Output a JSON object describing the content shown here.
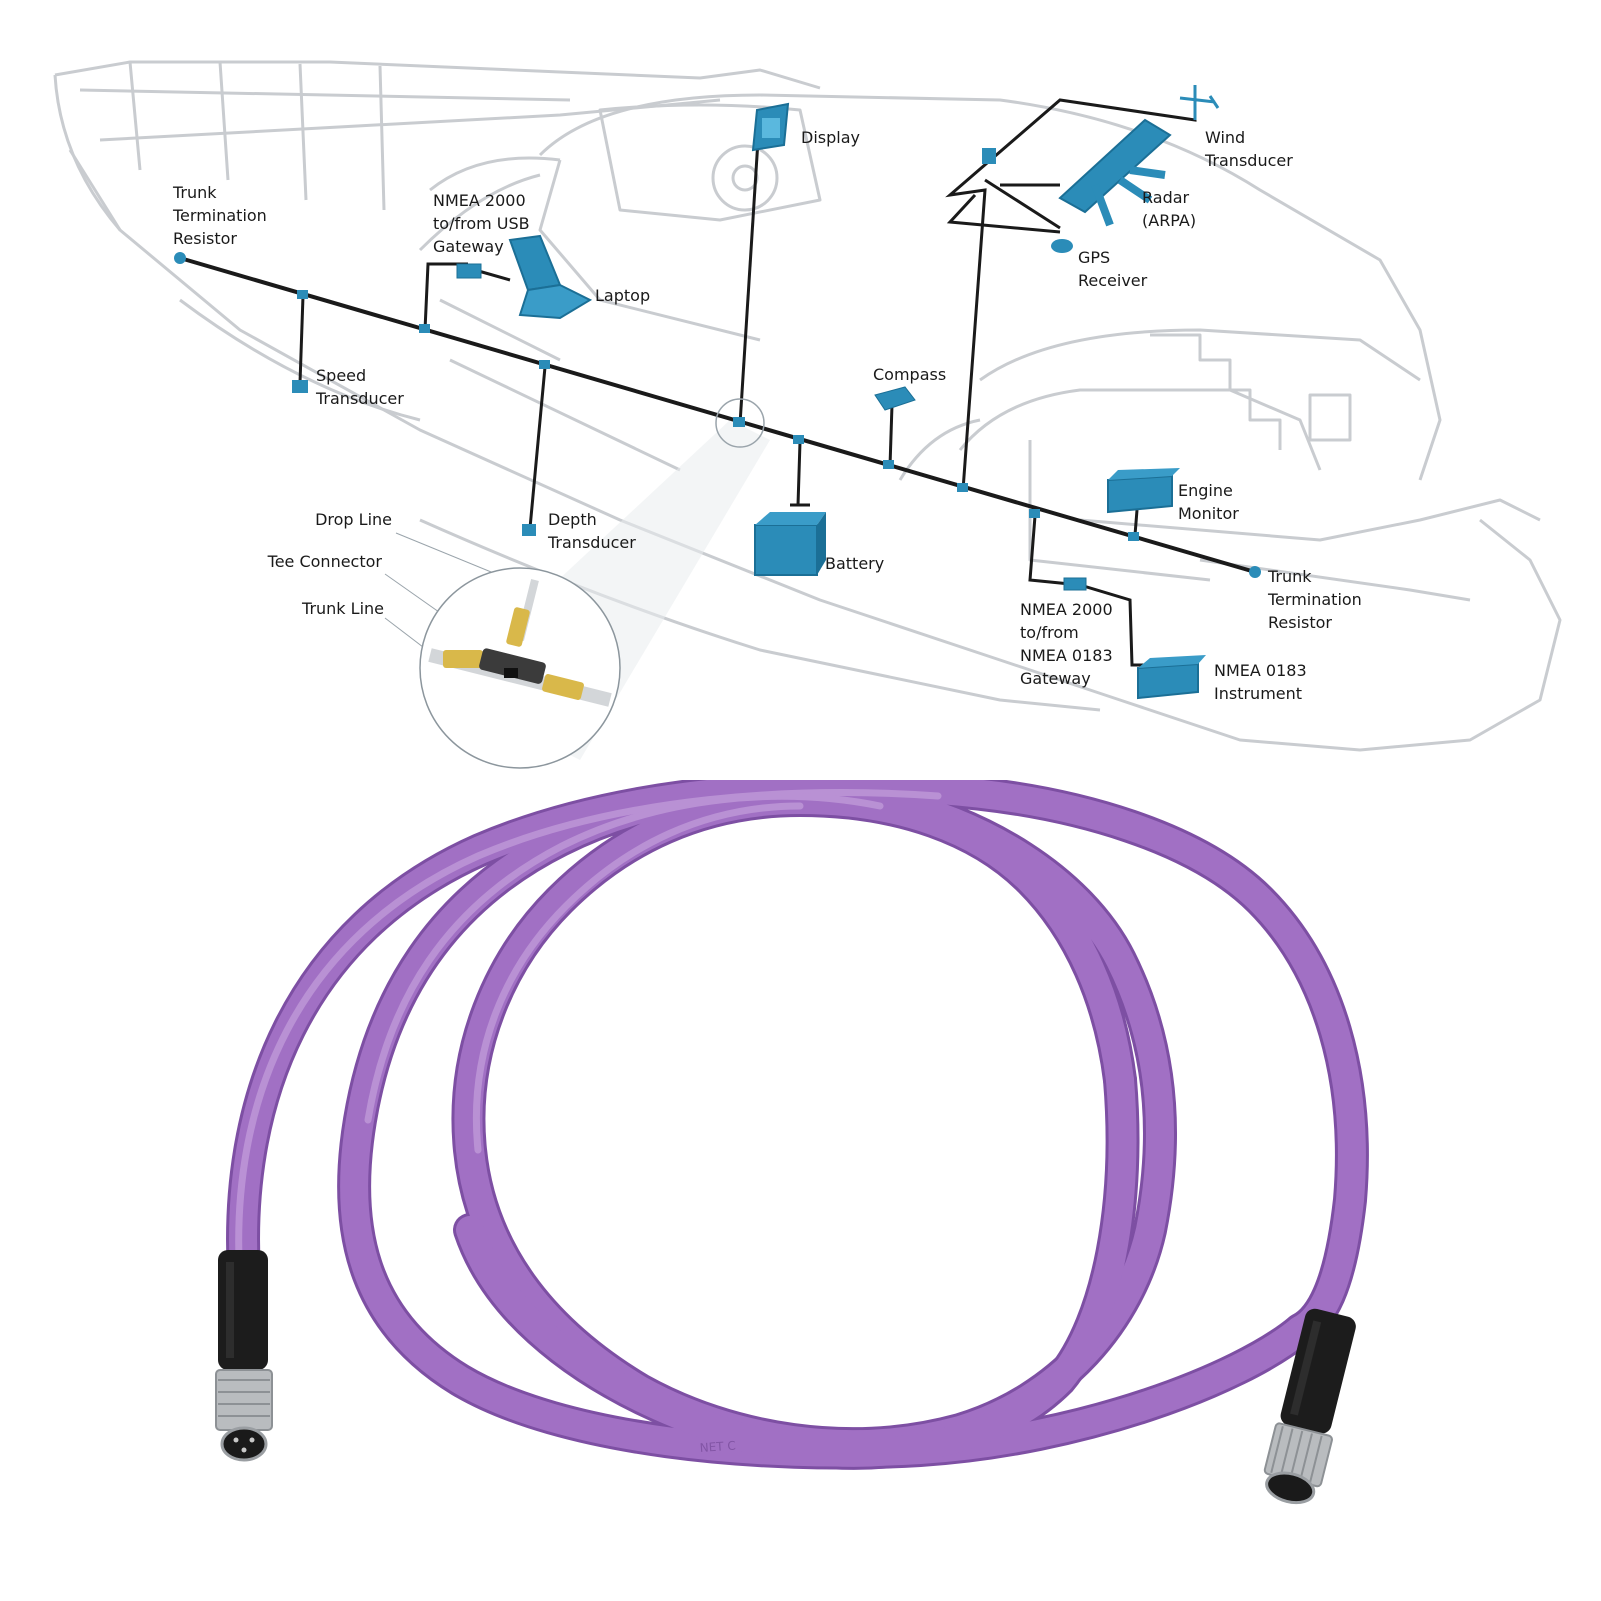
{
  "labels": {
    "trunk_termination_left": "Trunk\nTermination\nResistor",
    "usb_gateway": "NMEA 2000\nto/from USB\nGateway",
    "display": "Display",
    "wind_transducer": "Wind\nTransducer",
    "radar": "Radar\n(ARPA)",
    "gps_receiver": "GPS\nReceiver",
    "laptop": "Laptop",
    "speed_transducer": "Speed\nTransducer",
    "compass": "Compass",
    "engine_monitor": "Engine\nMonitor",
    "drop_line": "Drop Line",
    "tee_connector": "Tee Connector",
    "trunk_line": "Trunk Line",
    "depth_transducer": "Depth\nTransducer",
    "battery": "Battery",
    "trunk_termination_right": "Trunk\nTermination\nResistor",
    "nmea0183_gateway": "NMEA 2000\nto/from\nNMEA 0183\nGateway",
    "nmea0183_instrument": "NMEA 0183\nInstrument"
  },
  "cable_print": "NET C",
  "colors": {
    "device": "#2b8cb8",
    "device_dark": "#1b6f96",
    "trunk": "#1a1a1a",
    "boat_line": "#c9ccd0",
    "cable": "#a170c4",
    "cable_highlight": "#c09ad9",
    "cable_shadow": "#7d4fa3",
    "connector": "#1c1c1c",
    "tee_yellow": "#d9b84a"
  }
}
